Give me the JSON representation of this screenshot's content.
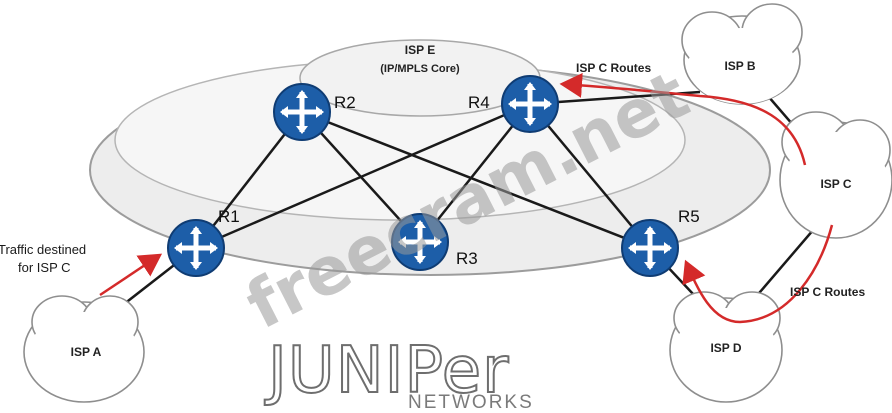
{
  "core": {
    "title": "ISP E",
    "subtitle": "(IP/MPLS Core)"
  },
  "routers": {
    "r1": "R1",
    "r2": "R2",
    "r3": "R3",
    "r4": "R4",
    "r5": "R5"
  },
  "clouds": {
    "isp_a": "ISP A",
    "isp_b": "ISP B",
    "isp_c": "ISP C",
    "isp_d": "ISP D"
  },
  "annotations": {
    "traffic_line1": "Traffic destined",
    "traffic_line2": "for ISP C",
    "routes_top": "ISP C Routes",
    "routes_bottom": "ISP C Routes"
  },
  "watermark": "freecram.net",
  "logo": {
    "brand": "JUNIPer",
    "sub": "NETWORKS"
  },
  "colors": {
    "router": "#1d5ea8",
    "arrow": "#d42a2a",
    "link": "#1a1a1a"
  }
}
